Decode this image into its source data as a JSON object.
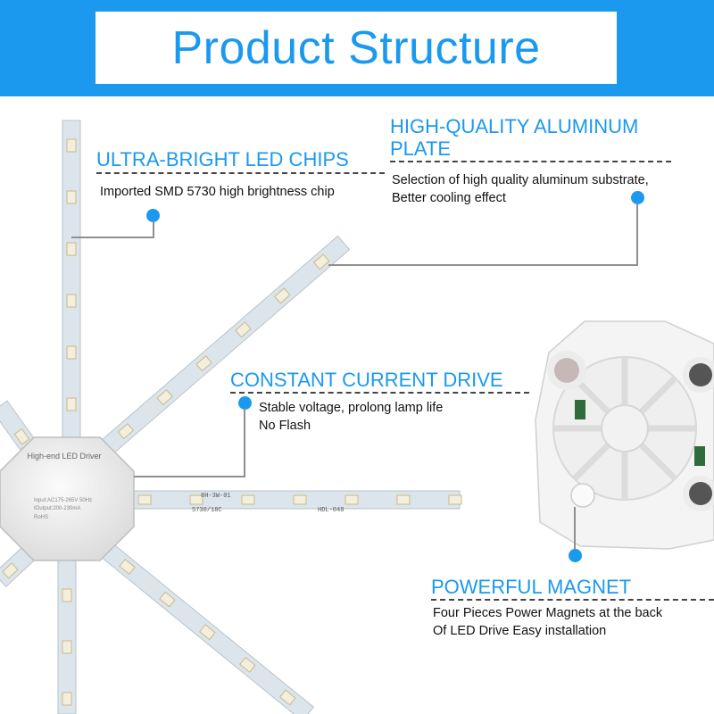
{
  "header": {
    "title": "Product Structure"
  },
  "colors": {
    "accent": "#1b99ee",
    "board": "#dde5ec",
    "driver": "#eeeeee",
    "led": "#f2f0dc"
  },
  "driver_label": {
    "line1": "High-end LED Driver",
    "line2": "Input:AC175-265V 50Hz",
    "line3": "IOutput:200-230mA",
    "line4": "RoHS"
  },
  "board_labels": {
    "model": "8H-3W-01",
    "chip": "5730/18C",
    "code": "HDL-048"
  },
  "features": [
    {
      "heading": "ULTRA-BRIGHT LED  CHIPS",
      "lines": [
        "Imported SMD 5730 high brightness chip"
      ]
    },
    {
      "heading_lines": [
        "HIGH-QUALITY ALUMINUM",
        "PLATE"
      ],
      "lines": [
        "Selection of high quality aluminum substrate,",
        "Better cooling effect"
      ]
    },
    {
      "heading": "CONSTANT CURRENT DRIVE",
      "lines": [
        "Stable voltage, prolong lamp life",
        "No Flash"
      ]
    },
    {
      "heading": "POWERFUL MAGNET",
      "lines": [
        "Four Pieces Power Magnets at the back",
        "Of LED Drive Easy installation"
      ]
    }
  ]
}
